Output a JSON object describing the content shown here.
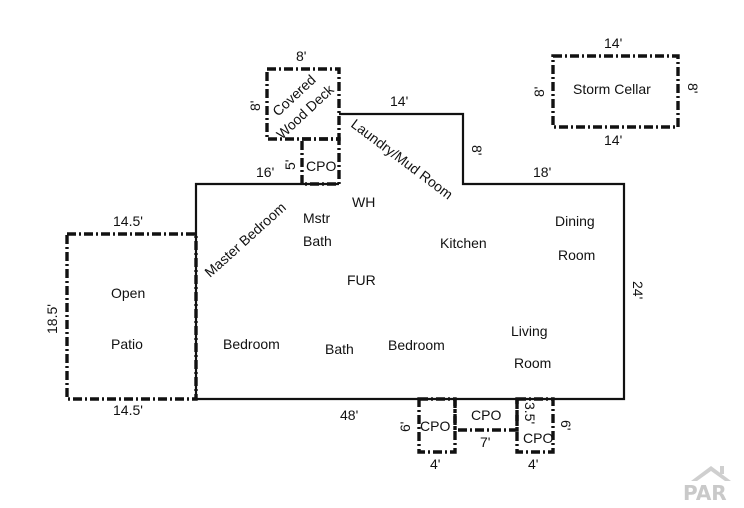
{
  "rooms": {
    "covered_deck_line1": "Covered",
    "covered_deck_line2": "Wood Deck",
    "laundry": "Laundry/Mud Room",
    "storm_cellar": "Storm Cellar",
    "master_bedroom": "Master Bedroom",
    "mstr": "Mstr",
    "mstr_bath": "Bath",
    "wh": "WH",
    "kitchen": "Kitchen",
    "dining": "Dining",
    "dining_room": "Room",
    "fur": "FUR",
    "open": "Open",
    "patio": "Patio",
    "bedroom_left": "Bedroom",
    "bath": "Bath",
    "bedroom_right": "Bedroom",
    "living": "Living",
    "living_room": "Room",
    "cpo_top": "CPO",
    "cpo_bottom_left": "CPO",
    "cpo_bottom_mid": "CPO",
    "cpo_bottom_right": "CPO"
  },
  "dimensions": {
    "deck_top": "8'",
    "deck_side": "8'",
    "deck_cpo_side": "5'",
    "house_top_left": "16'",
    "laundry_top": "14'",
    "laundry_side": "8'",
    "house_top_right": "18'",
    "house_right": "24'",
    "house_bottom": "48'",
    "cellar_top": "14'",
    "cellar_bottom": "14'",
    "cellar_left": "8'",
    "cellar_right": "8'",
    "patio_top": "14.5'",
    "patio_bottom": "14.5'",
    "patio_side": "18.5'",
    "cpo_left_side": "6'",
    "cpo_left_bottom": "4'",
    "cpo_mid_bottom": "7'",
    "cpo_right_inner": "3.5'",
    "cpo_right_side": "6'",
    "cpo_right_bottom": "4'"
  },
  "logo": {
    "text": "PAR",
    "icon": "house-roof-icon"
  }
}
